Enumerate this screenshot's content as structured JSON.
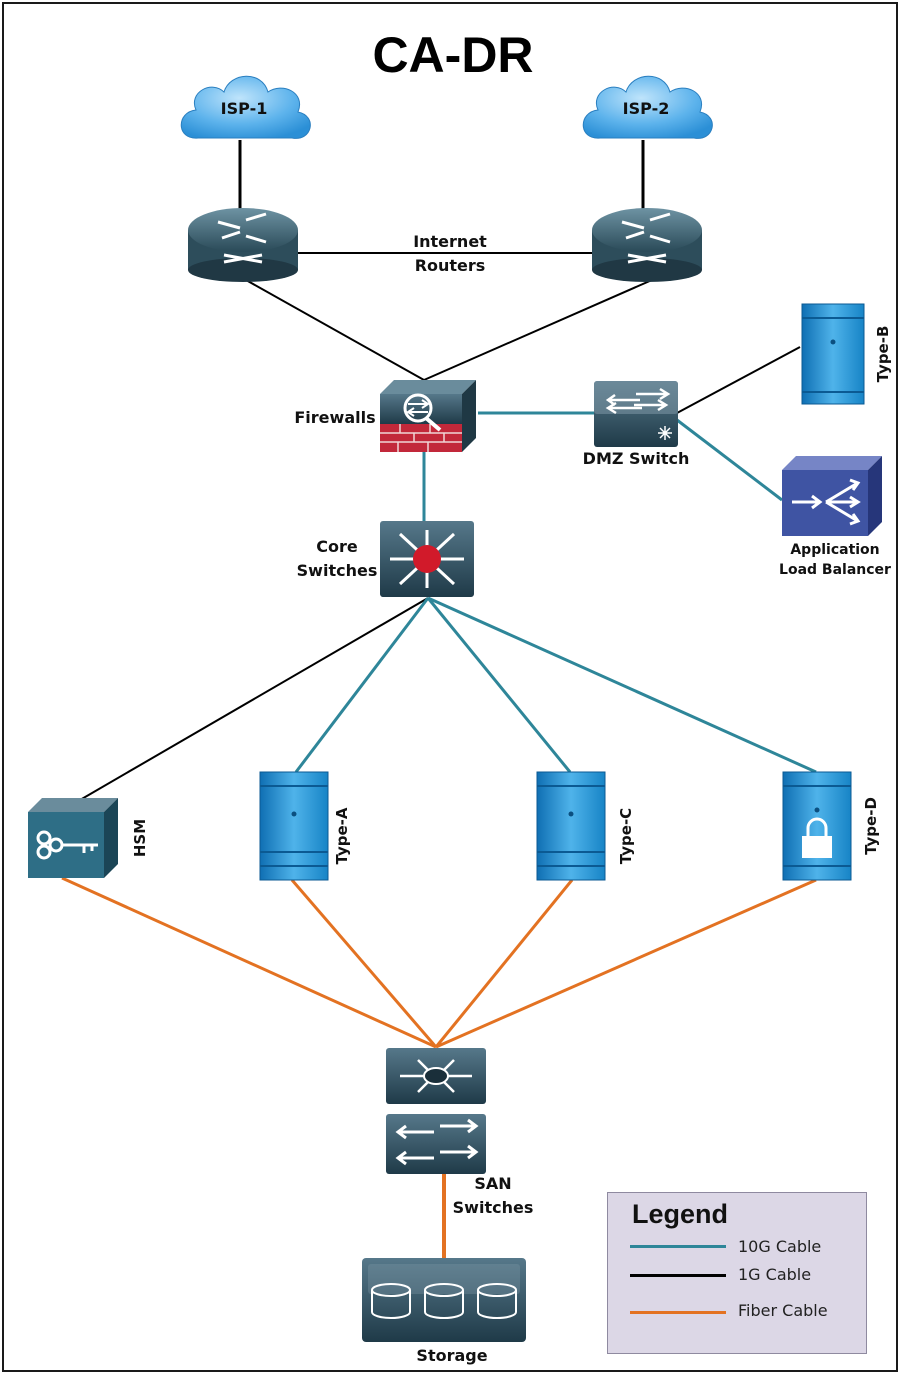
{
  "title": "CA-DR",
  "nodes": {
    "isp1": "ISP-1",
    "isp2": "ISP-2",
    "routers": [
      "Internet",
      "Routers"
    ],
    "firewalls": "Firewalls",
    "dmz": "DMZ Switch",
    "type_b": "Type-B",
    "alb": [
      "Application",
      "Load Balancer"
    ],
    "core": [
      "Core",
      "Switches"
    ],
    "hsm": "HSM",
    "type_a": "Type-A",
    "type_c": "Type-C",
    "type_d": "Type-D",
    "san": [
      "SAN",
      "Switches"
    ],
    "storage": "Storage"
  },
  "legend": {
    "title": "Legend",
    "items": [
      {
        "label": "10G Cable",
        "color": "#2e8699"
      },
      {
        "label": "1G Cable",
        "color": "#000000"
      },
      {
        "label": "Fiber Cable",
        "color": "#e37222"
      }
    ]
  },
  "colors": {
    "cable_10g": "#2e8699",
    "cable_1g": "#000000",
    "cable_fiber": "#e37222",
    "cloud": "#3c9fe0",
    "device_dark": "#2b4a59",
    "server": "#1f86c9",
    "alb": "#3a4f9a",
    "firewall_brick": "#b8202e",
    "core_dot": "#d11a2a"
  },
  "connections": [
    {
      "from": "isp1",
      "to": "router-1",
      "cable": "1G"
    },
    {
      "from": "isp2",
      "to": "router-2",
      "cable": "1G"
    },
    {
      "from": "router-1",
      "to": "router-2",
      "cable": "1G"
    },
    {
      "from": "router-1",
      "to": "firewalls",
      "cable": "1G"
    },
    {
      "from": "router-2",
      "to": "firewalls",
      "cable": "1G"
    },
    {
      "from": "firewalls",
      "to": "dmz",
      "cable": "10G"
    },
    {
      "from": "dmz",
      "to": "type_b",
      "cable": "1G"
    },
    {
      "from": "dmz",
      "to": "alb",
      "cable": "10G"
    },
    {
      "from": "firewalls",
      "to": "core",
      "cable": "10G"
    },
    {
      "from": "core",
      "to": "hsm",
      "cable": "1G"
    },
    {
      "from": "core",
      "to": "type_a",
      "cable": "10G"
    },
    {
      "from": "core",
      "to": "type_c",
      "cable": "10G"
    },
    {
      "from": "core",
      "to": "type_d",
      "cable": "10G"
    },
    {
      "from": "hsm",
      "to": "san",
      "cable": "Fiber"
    },
    {
      "from": "type_a",
      "to": "san",
      "cable": "Fiber"
    },
    {
      "from": "type_c",
      "to": "san",
      "cable": "Fiber"
    },
    {
      "from": "type_d",
      "to": "san",
      "cable": "Fiber"
    },
    {
      "from": "san",
      "to": "storage",
      "cable": "Fiber"
    }
  ]
}
